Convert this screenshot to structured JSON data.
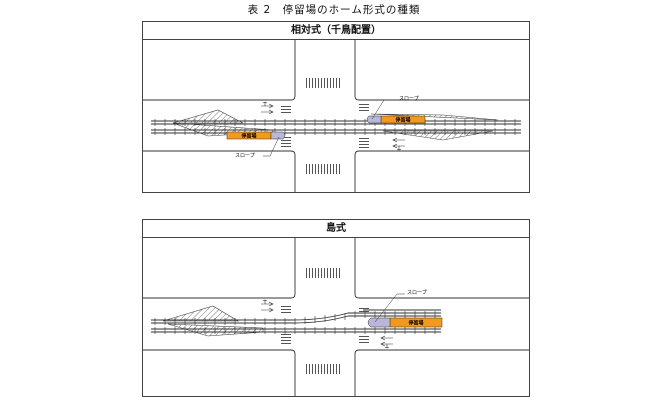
{
  "title": "表 2　停留場のホーム形式の種類",
  "panels": [
    {
      "heading": "相対式（千鳥配置）",
      "platform_label": "停留場",
      "slope_label": "スロープ"
    },
    {
      "heading": "島式",
      "platform_label": "停留場",
      "slope_label": "スロープ"
    }
  ],
  "colors": {
    "platform": "#f39a1e",
    "slope": "#b9b6d8",
    "line": "#333333"
  }
}
